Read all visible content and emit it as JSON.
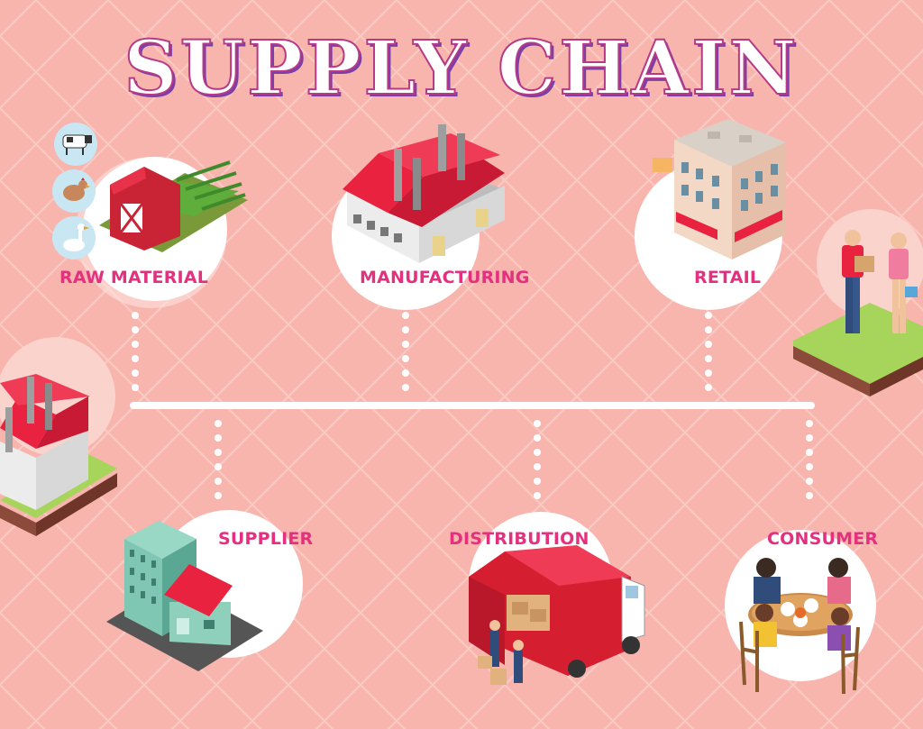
{
  "title": "SUPPLY CHAIN",
  "stages": {
    "raw_material": "RAW MATERIAL",
    "manufacturing": "MANUFACTURING",
    "retail": "RETAIL",
    "supplier": "SUPPLIER",
    "distribution": "DISTRIBUTION",
    "consumer": "CONSUMER"
  },
  "colors": {
    "background": "#f7b5ad",
    "label": "#e4307f",
    "title_fill": "#ffffff",
    "title_outline": "#b73a86",
    "roof_red": "#e8223f",
    "grass": "#a7d45a"
  },
  "icons": [
    "cow-icon",
    "chicken-icon",
    "goose-icon",
    "barn-icon",
    "factory-icon",
    "store-building-icon",
    "delivery-people-icon",
    "warehouse-factory-icon",
    "supplier-building-icon",
    "delivery-truck-icon",
    "dining-family-icon"
  ]
}
